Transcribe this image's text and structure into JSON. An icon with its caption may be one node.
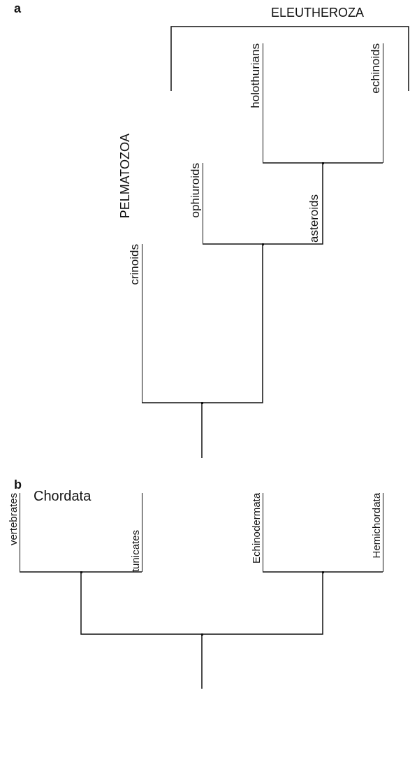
{
  "diagram": {
    "nodes": [
      {
        "text": [
          "holothurians"
        ]
      },
      {
        "text": [
          "echinoids"
        ]
      },
      {
        "text": [],
        "shape": "point"
      },
      {
        "text": [
          "ophiuroids"
        ]
      },
      {
        "text": [],
        "shape": "point"
      },
      {
        "text": [
          "crinoids"
        ]
      },
      {
        "text": [],
        "shape": "point"
      },
      {
        "text": [
          "vertebrates"
        ]
      },
      {
        "text": [
          "tunicates"
        ]
      },
      {
        "text": [
          "Echinodermata"
        ]
      },
      {
        "text": [
          "Hemichordata"
        ]
      },
      {
        "text": [],
        "shape": "point"
      },
      {
        "text": [],
        "shape": "point"
      },
      {
        "text": [],
        "shape": "point"
      }
    ],
    "edges": [
      {
        "from": 2,
        "to": 0,
        "arrow": "none"
      },
      {
        "from": 2,
        "to": 1,
        "arrow": "none"
      },
      {
        "from": 4,
        "to": 2,
        "arrow": "none",
        "label": "asteroids"
      },
      {
        "from": 4,
        "to": 3,
        "arrow": "none"
      },
      {
        "from": 6,
        "to": 4,
        "arrow": "none"
      },
      {
        "from": 6,
        "to": 5,
        "arrow": "none"
      },
      {
        "from": null,
        "to": 6,
        "arrow": "none"
      },
      {
        "from": 11,
        "to": 7,
        "arrow": "none"
      },
      {
        "from": 11,
        "to": 8,
        "arrow": "none"
      },
      {
        "from": 12,
        "to": 9,
        "arrow": "none"
      },
      {
        "from": 12,
        "to": 10,
        "arrow": "none"
      },
      {
        "from": 13,
        "to": 11,
        "arrow": "none"
      },
      {
        "from": 13,
        "to": 12,
        "arrow": "none"
      },
      {
        "from": null,
        "to": 13,
        "arrow": "none"
      }
    ],
    "labels": [
      "a",
      "ELEUTHEROZA",
      "PELMATOZOA",
      "b",
      "Chordata"
    ]
  }
}
